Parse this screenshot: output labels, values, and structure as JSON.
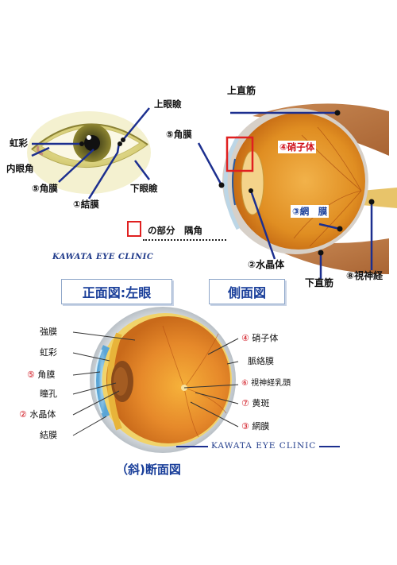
{
  "front_view": {
    "title": "正面図:左眼",
    "labels": {
      "upper_lid": "上眼瞼",
      "iris": "虹彩",
      "medial_canthus": "内眼角",
      "cornea": "⑤角膜",
      "conjunctiva": "①結膜",
      "lower_lid": "下眼瞼"
    }
  },
  "legend": {
    "text": "の部分　隅角"
  },
  "clinic_name": "KAWATA EYE CLINIC",
  "side_view": {
    "title": "側面図",
    "labels": {
      "superior_rectus": "上直筋",
      "cornea": "⑤角膜",
      "vitreous": "④硝子体",
      "retina": "③網　膜",
      "lens": "②水晶体",
      "inferior_rectus": "下直筋",
      "optic_nerve": "⑧視神経"
    }
  },
  "oblique_view": {
    "title": "（斜)断面図",
    "left_labels": {
      "sclera": "強膜",
      "iris": "虹彩",
      "cornea_num": "⑤",
      "cornea": "角膜",
      "pupil": "瞳孔",
      "lens_num": "②",
      "lens": "水晶体",
      "conjunctiva": "結膜"
    },
    "right_labels": {
      "vitreous_num": "④",
      "vitreous": "硝子体",
      "choroid": "脈絡膜",
      "optic_disc_num": "⑥",
      "optic_disc": "視神経乳頭",
      "macula_num": "⑦",
      "macula": "黄斑",
      "retina_num": "③",
      "retina": "網膜"
    },
    "clinic_name": "KAWATA  EYE  CLINIC"
  }
}
